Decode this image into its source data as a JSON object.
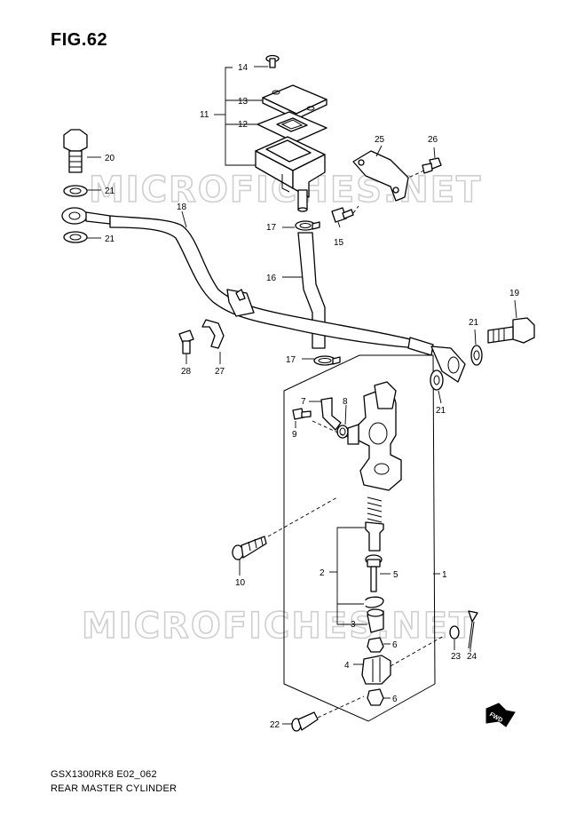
{
  "figure": {
    "title": "FIG.62"
  },
  "footer": {
    "model_code": "GSX1300RK8 E02_062",
    "description": "REAR MASTER CYLINDER"
  },
  "watermark": {
    "text": "MICROFICHES.NET"
  },
  "direction_badge": {
    "text": "FWD"
  },
  "callouts": {
    "c1": "1",
    "c2": "2",
    "c3": "3",
    "c4": "4",
    "c5": "5",
    "c6a": "6",
    "c6b": "6",
    "c7": "7",
    "c8": "8",
    "c9": "9",
    "c10": "10",
    "c11": "11",
    "c12": "12",
    "c13": "13",
    "c14": "14",
    "c15": "15",
    "c16": "16",
    "c17a": "17",
    "c17b": "17",
    "c18": "18",
    "c19": "19",
    "c20": "20",
    "c21a": "21",
    "c21b": "21",
    "c21c": "21",
    "c21d": "21",
    "c22": "22",
    "c23": "23",
    "c24": "24",
    "c25": "25",
    "c26": "26",
    "c27": "27",
    "c28": "28"
  }
}
